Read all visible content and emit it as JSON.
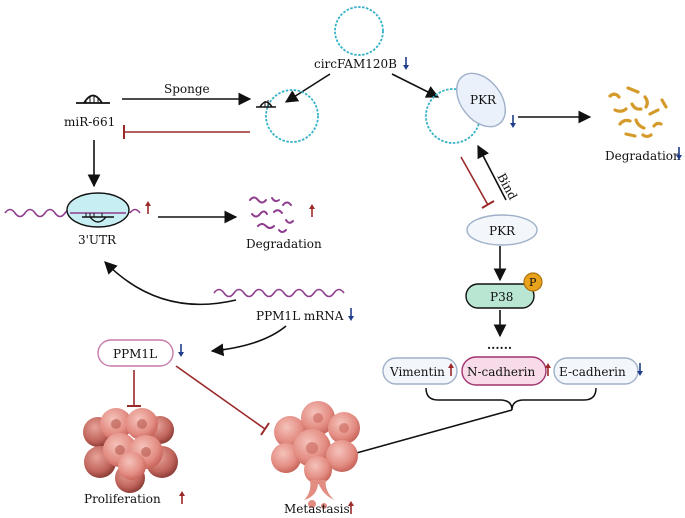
{
  "nodes": {
    "circfam120b": {
      "label": "circFAM120B",
      "trend": "down"
    },
    "mir661": {
      "label": "miR-661"
    },
    "utr": {
      "label": "3'UTR",
      "trend": "up"
    },
    "pkr_complex": {
      "label": "PKR",
      "trend": "down"
    },
    "pkr_free": {
      "label": "PKR"
    },
    "p38": {
      "label": "P38",
      "badge": "P"
    },
    "ppm1l_mrna": {
      "label": "PPM1L mRNA",
      "trend": "down"
    },
    "ppm1l": {
      "label": "PPM1L",
      "trend": "down"
    },
    "vimentin": {
      "label": "Vimentin",
      "trend": "up"
    },
    "ncadherin": {
      "label": "N-cadherin",
      "trend": "up"
    },
    "ecadherin": {
      "label": "E-cadherin",
      "trend": "down"
    },
    "ellipsis": {
      "label": "......"
    }
  },
  "edges": {
    "sponge": {
      "label": "Sponge"
    },
    "bind": {
      "label": "Bind"
    }
  },
  "outcomes": {
    "degradation_pkr": {
      "label": "Degradation",
      "trend": "down"
    },
    "degradation_mrna": {
      "label": "Degradation",
      "trend": "up"
    },
    "proliferation": {
      "label": "Proliferation",
      "trend": "up"
    },
    "metastasis": {
      "label": "Metastasis",
      "trend": "up"
    }
  },
  "colors": {
    "activate_arrow": "#111111",
    "inhibit_arrow": "#9b2a2a",
    "up_arrow": "#9b2a2a",
    "down_arrow": "#1f3d8a",
    "circ_rna": "#36b2c8",
    "mrna": "#8e3d8e",
    "degraded_protein": "#d49a2a",
    "node_fill": "#f3f6fb",
    "node_stroke": "#9fb1c8",
    "p38_fill": "#b9e6d3",
    "ncadherin_fill": "#f7dbe8",
    "ncadherin_stroke": "#a0326e",
    "cell_fill": "#e38c82"
  }
}
